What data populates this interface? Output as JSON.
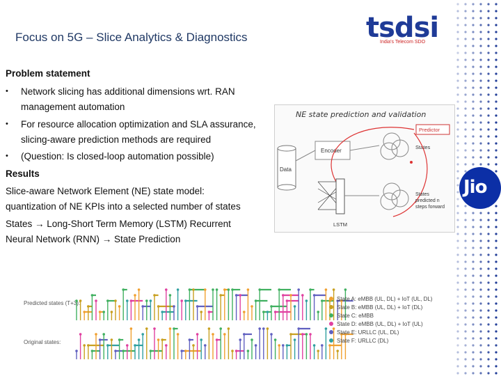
{
  "title": "Focus on 5G – Slice Analytics & Diagnostics",
  "logo": {
    "word": "tsdsi",
    "tagline": "India's Telecom SDO"
  },
  "problem": {
    "heading": "Problem statement",
    "bullets": [
      {
        "line1": "Network slicing has additional dimensions wrt. RAN",
        "line2": "management automation"
      },
      {
        "line1": "For resource allocation optimization and SLA assurance,",
        "line2": "slicing-aware prediction methods are required"
      },
      {
        "line1": "(Question: Is closed-loop automation possible)"
      }
    ]
  },
  "results": {
    "heading": "Results",
    "lines": [
      "Slice-aware Network Element (NE) state model:",
      "quantization of NE KPIs into a selected number of states",
      "States → Long-Short Term Memory (LSTM) Recurrent",
      "Neural Network (RNN) → State Prediction"
    ]
  },
  "diagram": {
    "title": "NE state prediction and validation",
    "data_label": "Data",
    "encoder_label": "Encoder",
    "predictor_label": "Predictor",
    "states_label": "States",
    "states_predicted_label": "States predicted n steps forward",
    "lstm_label": "LSTM"
  },
  "jio": {
    "text": "Jio"
  },
  "chart": {
    "row_labels": [
      "Predicted states (T+3):",
      "Original states:"
    ],
    "legend": [
      {
        "label": "State A: eMBB (UL, DL) + IoT (UL, DL)",
        "color": "#f0a030"
      },
      {
        "label": "State B: eMBB (UL, DL) + IoT (DL)",
        "color": "#c8a020"
      },
      {
        "label": "State C: eMBB",
        "color": "#40b060"
      },
      {
        "label": "State D: eMBB (UL, DL) + IoT (UL)",
        "color": "#e040a0"
      },
      {
        "label": "State E: URLLC (UL, DL)",
        "color": "#6060c0"
      },
      {
        "label": "State F: URLLC (DL)",
        "color": "#30a0a0"
      }
    ]
  }
}
